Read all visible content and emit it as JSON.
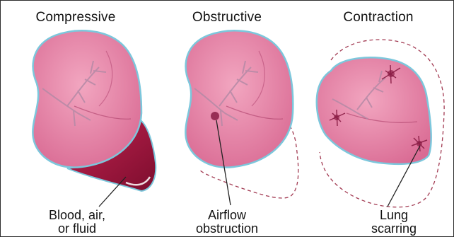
{
  "panels": [
    {
      "title": "Compressive",
      "caption_lines": [
        "Blood, air,",
        "or fluid"
      ]
    },
    {
      "title": "Obstructive",
      "caption_lines": [
        "Airflow",
        "obstruction"
      ]
    },
    {
      "title": "Contraction",
      "caption_lines": [
        "Lung",
        "scarring"
      ]
    }
  ],
  "colors": {
    "lung_fill": "#e07aa1",
    "lung_outline": "#7cc7dc",
    "fluid": "#a3143d",
    "dashed_outline": "#a23a52",
    "scar": "#8a1d45"
  }
}
